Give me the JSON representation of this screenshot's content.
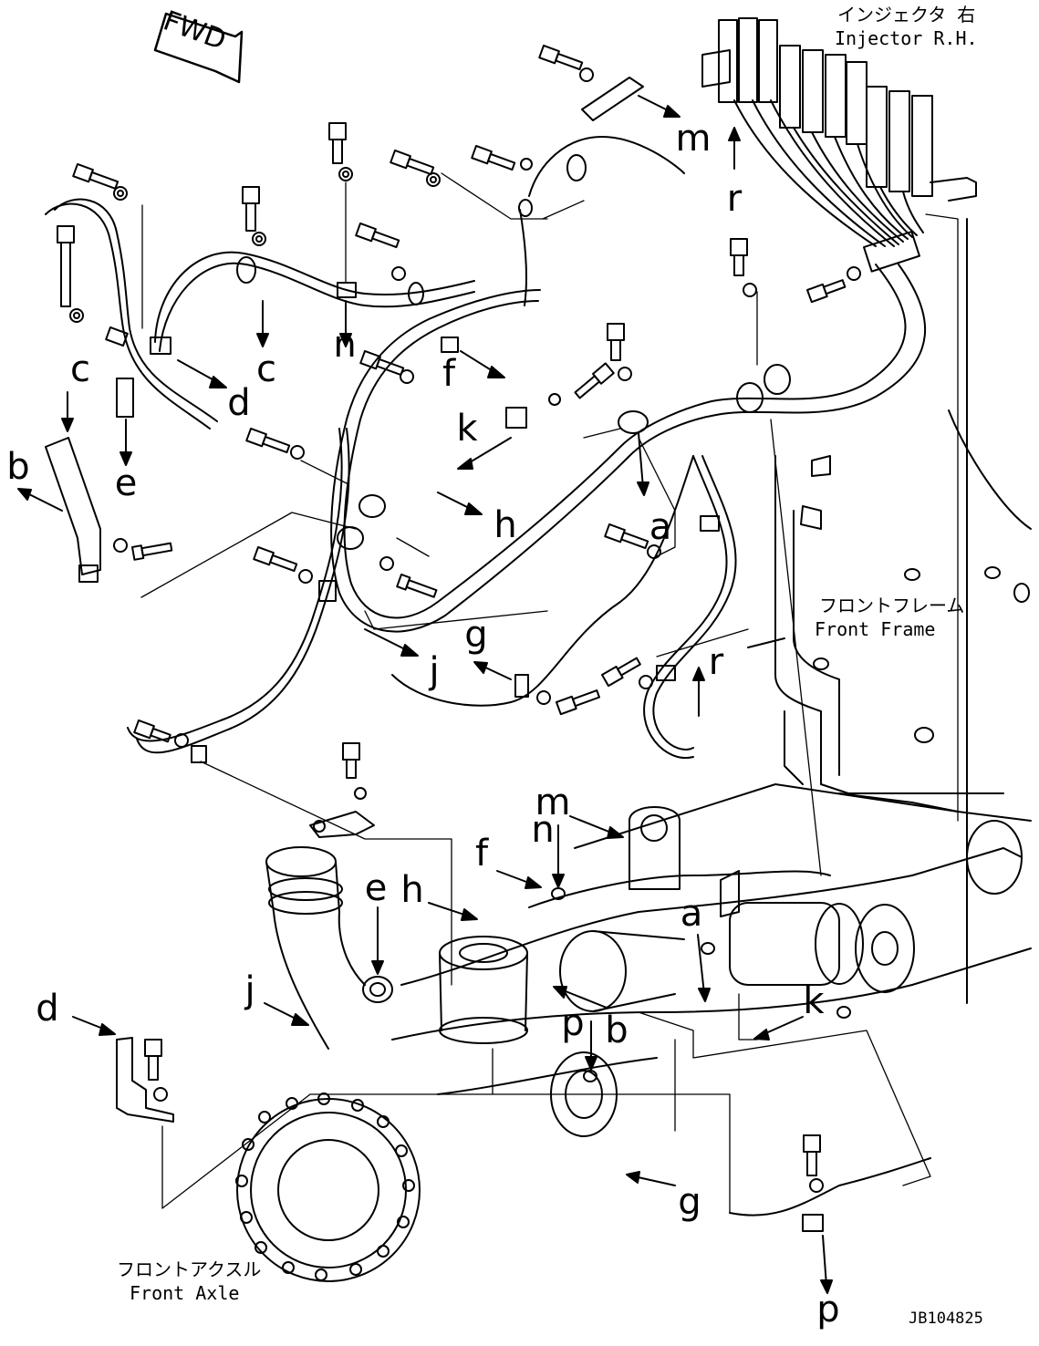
{
  "fwd_label": "FWD",
  "injector_caption": {
    "jp": "インジェクタ 右",
    "en": "Injector R.H."
  },
  "front_frame_caption": {
    "jp": "フロントフレーム",
    "en": "Front Frame"
  },
  "front_axle_caption": {
    "jp": "フロントアクスル",
    "en": "Front Axle"
  },
  "drawing_number": "JB104825",
  "callout_letters": [
    "a",
    "b",
    "c",
    "d",
    "e",
    "f",
    "g",
    "h",
    "j",
    "k",
    "m",
    "n",
    "p",
    "r"
  ]
}
